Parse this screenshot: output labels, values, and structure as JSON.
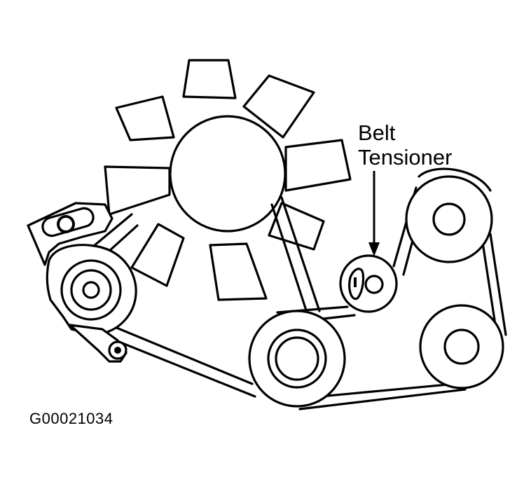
{
  "callout": {
    "line1": "Belt",
    "line2": "Tensioner"
  },
  "figure_id": "G00021034",
  "colors": {
    "ink": "#000000",
    "paper": "#ffffff"
  }
}
